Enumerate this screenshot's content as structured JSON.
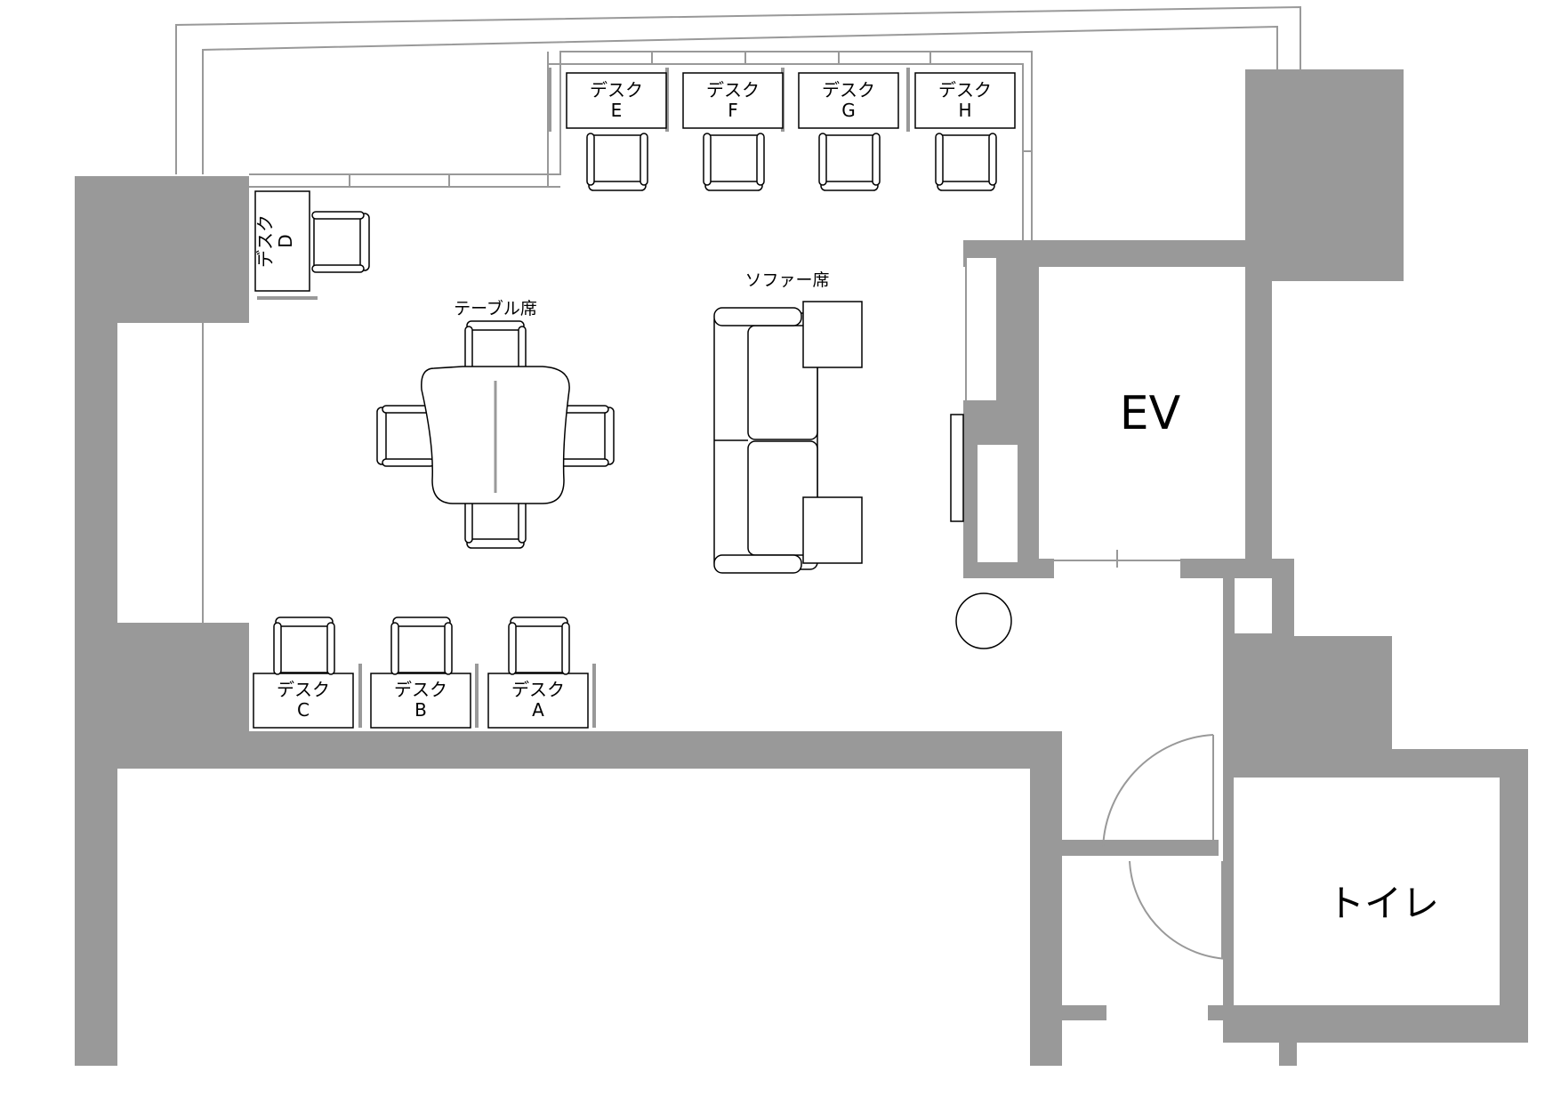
{
  "colors": {
    "wall": "#999999",
    "outline": "#000000",
    "thin_line": "#999999",
    "background": "#ffffff"
  },
  "labels": {
    "table_area": "テーブル席",
    "sofa_area": "ソファー席",
    "elevator": "EV",
    "toilet": "トイレ"
  },
  "desks": {
    "A": {
      "line1": "デスク",
      "line2": "A"
    },
    "B": {
      "line1": "デスク",
      "line2": "B"
    },
    "C": {
      "line1": "デスク",
      "line2": "C"
    },
    "D": {
      "line1": "デスク",
      "line2": "D"
    },
    "E": {
      "line1": "デスク",
      "line2": "E"
    },
    "F": {
      "line1": "デスク",
      "line2": "F"
    },
    "G": {
      "line1": "デスク",
      "line2": "G"
    },
    "H": {
      "line1": "デスク",
      "line2": "H"
    }
  }
}
